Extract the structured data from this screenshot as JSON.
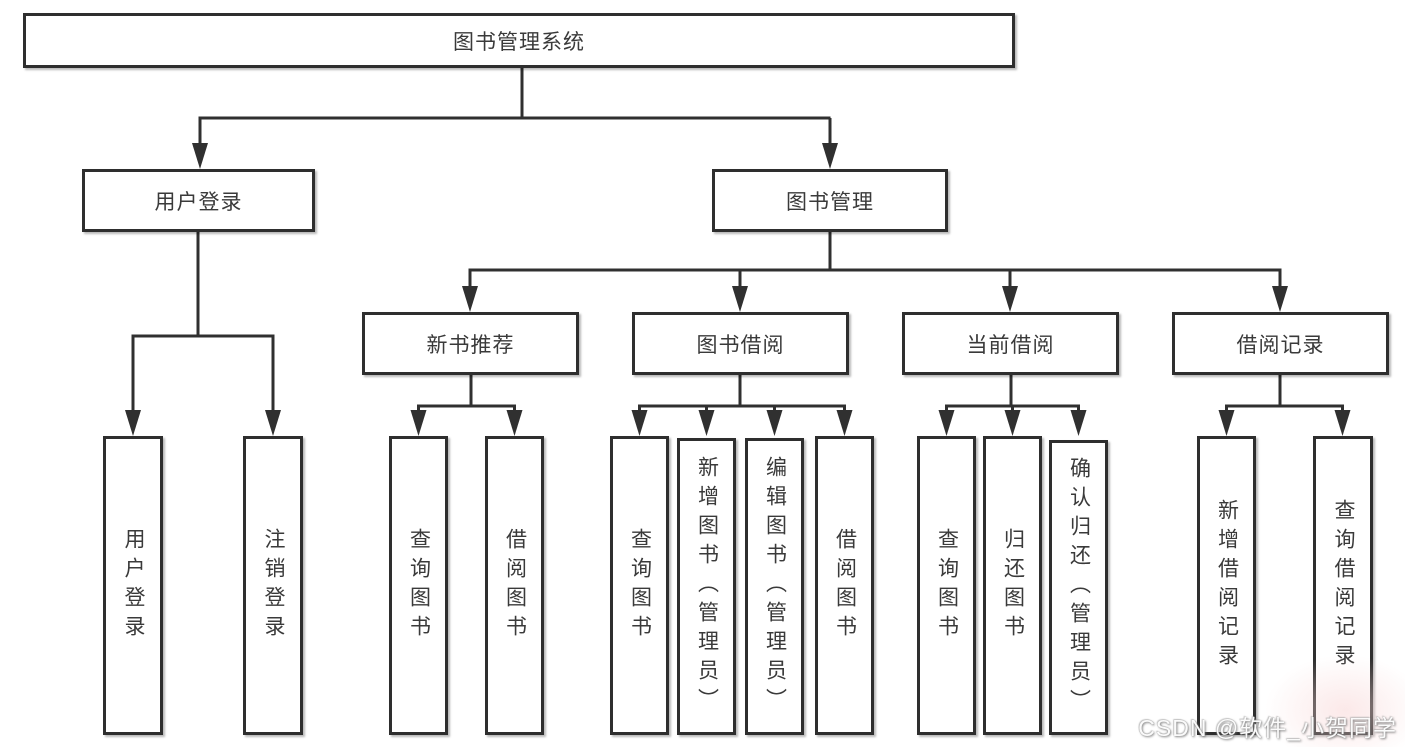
{
  "tree": {
    "root": {
      "label": "图书管理系统",
      "children": [
        {
          "label": "用户登录",
          "children": [
            {
              "label": "用户登录"
            },
            {
              "label": "注销登录"
            }
          ]
        },
        {
          "label": "图书管理",
          "children": [
            {
              "label": "新书推荐",
              "children": [
                {
                  "label": "查询图书"
                },
                {
                  "label": "借阅图书"
                }
              ]
            },
            {
              "label": "图书借阅",
              "children": [
                {
                  "label": "查询图书"
                },
                {
                  "label": "新增图书（管理员）"
                },
                {
                  "label": "编辑图书（管理员）"
                },
                {
                  "label": "借阅图书"
                }
              ]
            },
            {
              "label": "当前借阅",
              "children": [
                {
                  "label": "查询图书"
                },
                {
                  "label": "归还图书"
                },
                {
                  "label": "确认归还（管理员）"
                }
              ]
            },
            {
              "label": "借阅记录",
              "children": [
                {
                  "label": "新增借阅记录"
                },
                {
                  "label": "查询借阅记录"
                }
              ]
            }
          ]
        }
      ]
    }
  },
  "watermark": {
    "text": "CSDN @软件_小贺同学"
  },
  "colors": {
    "line": "#303030",
    "box_border": "#2e2e2e",
    "text": "#3a3a3a",
    "background": "#ffffff"
  }
}
